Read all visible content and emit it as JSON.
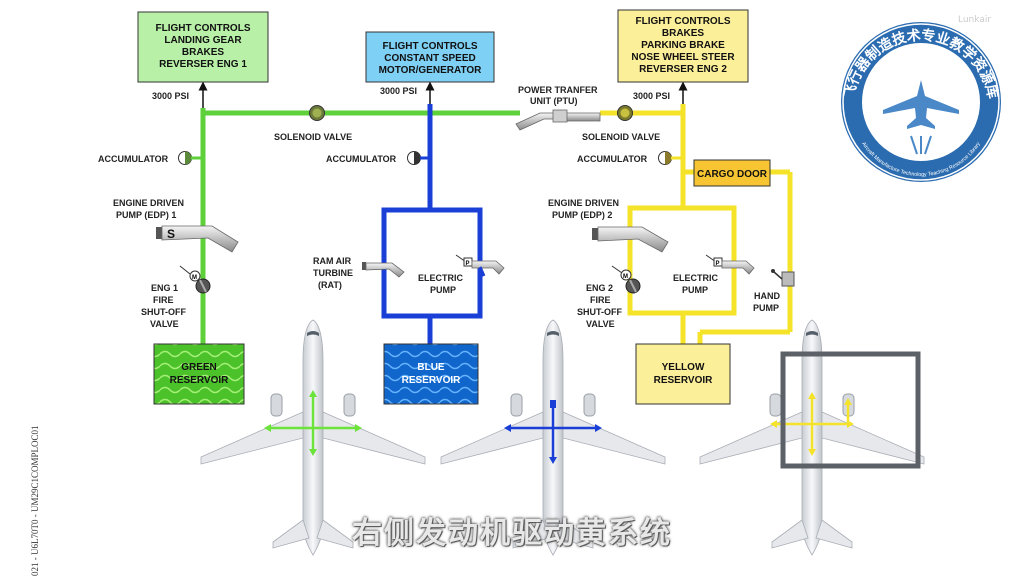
{
  "systems": {
    "green": {
      "consumers": [
        "FLIGHT CONTROLS",
        "LANDING GEAR",
        "BRAKES",
        "REVERSER ENG 1"
      ],
      "pressure": "3000 PSI",
      "accumulator": "ACCUMULATOR",
      "pump": [
        "ENGINE DRIVEN",
        "PUMP (EDP) 1"
      ],
      "pump_mark": "S",
      "valve": [
        "ENG 1",
        "FIRE",
        "SHUT-OFF",
        "VALVE"
      ],
      "motor_mark": "M",
      "reservoir": [
        "GREEN",
        "RESERVOIR"
      ],
      "color": "#5dd03a"
    },
    "blue": {
      "consumers": [
        "FLIGHT CONTROLS",
        "CONSTANT SPEED",
        "MOTOR/GENERATOR"
      ],
      "pressure": "3000 PSI",
      "accumulator": "ACCUMULATOR",
      "rat": [
        "RAM AIR",
        "TURBINE",
        "(RAT)"
      ],
      "electric_pump": [
        "ELECTRIC",
        "PUMP"
      ],
      "pump_mark": "P",
      "reservoir": [
        "BLUE",
        "RESERVOIR"
      ],
      "color": "#1a3fd6"
    },
    "yellow": {
      "consumers": [
        "FLIGHT CONTROLS",
        "BRAKES",
        "PARKING BRAKE",
        "NOSE WHEEL STEER",
        "REVERSER ENG 2"
      ],
      "pressure": "3000 PSI",
      "accumulator": "ACCUMULATOR",
      "pump": [
        "ENGINE DRIVEN",
        "PUMP (EDP) 2"
      ],
      "valve": [
        "ENG 2",
        "FIRE",
        "SHUT-OFF",
        "VALVE"
      ],
      "motor_mark": "M",
      "electric_pump": [
        "ELECTRIC",
        "PUMP"
      ],
      "pump_mark": "P",
      "hand_pump": [
        "HAND",
        "PUMP"
      ],
      "cargo_door": "CARGO DOOR",
      "reservoir": [
        "YELLOW",
        "RESERVOIR"
      ],
      "color": "#f5e32a"
    }
  },
  "shared": {
    "solenoid_valve_left": "SOLENOID VALVE",
    "solenoid_valve_right": "SOLENOID VALVE",
    "ptu": [
      "POWER TRANFER",
      "UNIT (PTU)"
    ]
  },
  "logo": {
    "top_text": "飞行器制造技术专业教学资源库",
    "bottom_text": "Aircraft Manufacture Technology Teaching Resource Library",
    "color": "#2b6cb0"
  },
  "subtitle": "右侧发动机驱动黄系统",
  "side_code": "021 - U6L70T0 - UM29C1COMPLOC01",
  "corner_watermark": "Lunkair"
}
